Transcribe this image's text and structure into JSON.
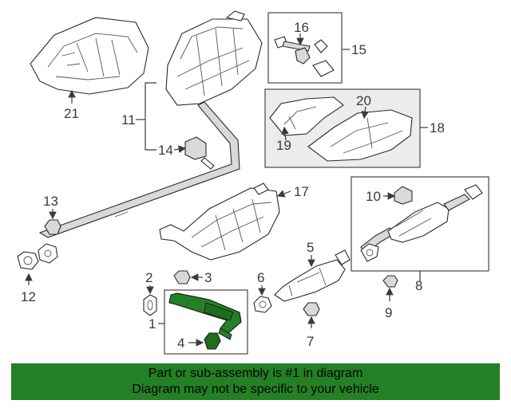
{
  "callouts": {
    "c1": "1",
    "c2": "2",
    "c3": "3",
    "c4": "4",
    "c5": "5",
    "c6": "6",
    "c7": "7",
    "c8": "8",
    "c9": "9",
    "c10": "10",
    "c11": "11",
    "c12": "12",
    "c13": "13",
    "c14": "14",
    "c15": "15",
    "c16": "16",
    "c17": "17",
    "c18": "18",
    "c19": "19",
    "c20": "20",
    "c21": "21"
  },
  "highlight_color": "#248024",
  "banner": {
    "line1": "Part or sub-assembly is #1 in diagram",
    "line2": "Diagram may not be specific to your vehicle"
  }
}
